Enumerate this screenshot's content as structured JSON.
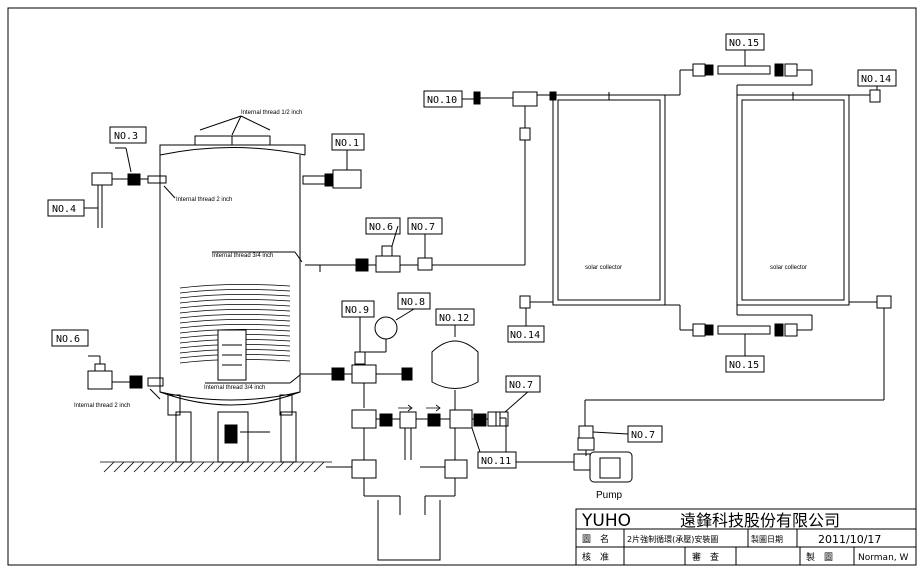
{
  "labels": {
    "no1": "NO.1",
    "no3": "NO.3",
    "no4": "NO.4",
    "no6_top": "NO.6",
    "no6_left": "NO.6",
    "no7_top": "NO.7",
    "no7_mid": "NO.7",
    "no7_right": "NO.7",
    "no8": "NO.8",
    "no9": "NO.9",
    "no10": "NO.10",
    "no11": "NO.11",
    "no12": "NO.12",
    "no14_right": "NO.14",
    "no14_left": "NO.14",
    "no15_top": "NO.15",
    "no15_bottom": "NO.15"
  },
  "notes": {
    "thread_top": "Internal thread 1/2 inch",
    "thread_2_upper": "Internal thread 2 inch",
    "thread_34_upper": "Internal thread 3/4 inch",
    "thread_34_lower": "Internal thread 3/4 inch",
    "thread_2_lower": "Internal thread 2 inch",
    "collector_left": "solar collector",
    "collector_right": "solar collector",
    "pump": "Pump"
  },
  "title_block": {
    "brand": "YUHO",
    "company": "遠鋒科技股份有限公司",
    "name_label": "圖　名",
    "name_value": "2片強制循環(承壓)安裝圖",
    "date_label": "製圖日期",
    "date_value": "2011/10/17",
    "approve_label": "核　准",
    "review_label": "審　查",
    "drawer_label": "製　圖",
    "drawer_value": "Norman, W"
  }
}
